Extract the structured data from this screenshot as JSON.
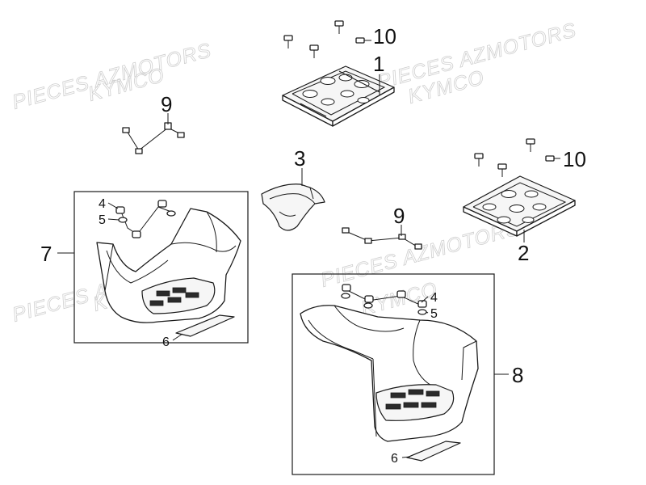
{
  "watermarks": [
    {
      "text": "PIECES AZMOTORS"
    },
    {
      "text": "KYMCO"
    },
    {
      "text": "PIECES AZMOTORS"
    },
    {
      "text": "KYMCO"
    },
    {
      "text": "PIECES AZMOTORS"
    },
    {
      "text": "KYMCO"
    },
    {
      "text": "PIECES AZMOTORS"
    },
    {
      "text": "KYMCO"
    }
  ],
  "callouts": {
    "c1": "1",
    "c2": "2",
    "c3": "3",
    "c4a": "4",
    "c4b": "4",
    "c5a": "5",
    "c5b": "5",
    "c6a": "6",
    "c6b": "6",
    "c7": "7",
    "c8": "8",
    "c9a": "9",
    "c9b": "9",
    "c10a": "10",
    "c10b": "10"
  },
  "colors": {
    "line": "#1a1a1a",
    "watermark": "#cfcfcf",
    "background": "#ffffff"
  }
}
